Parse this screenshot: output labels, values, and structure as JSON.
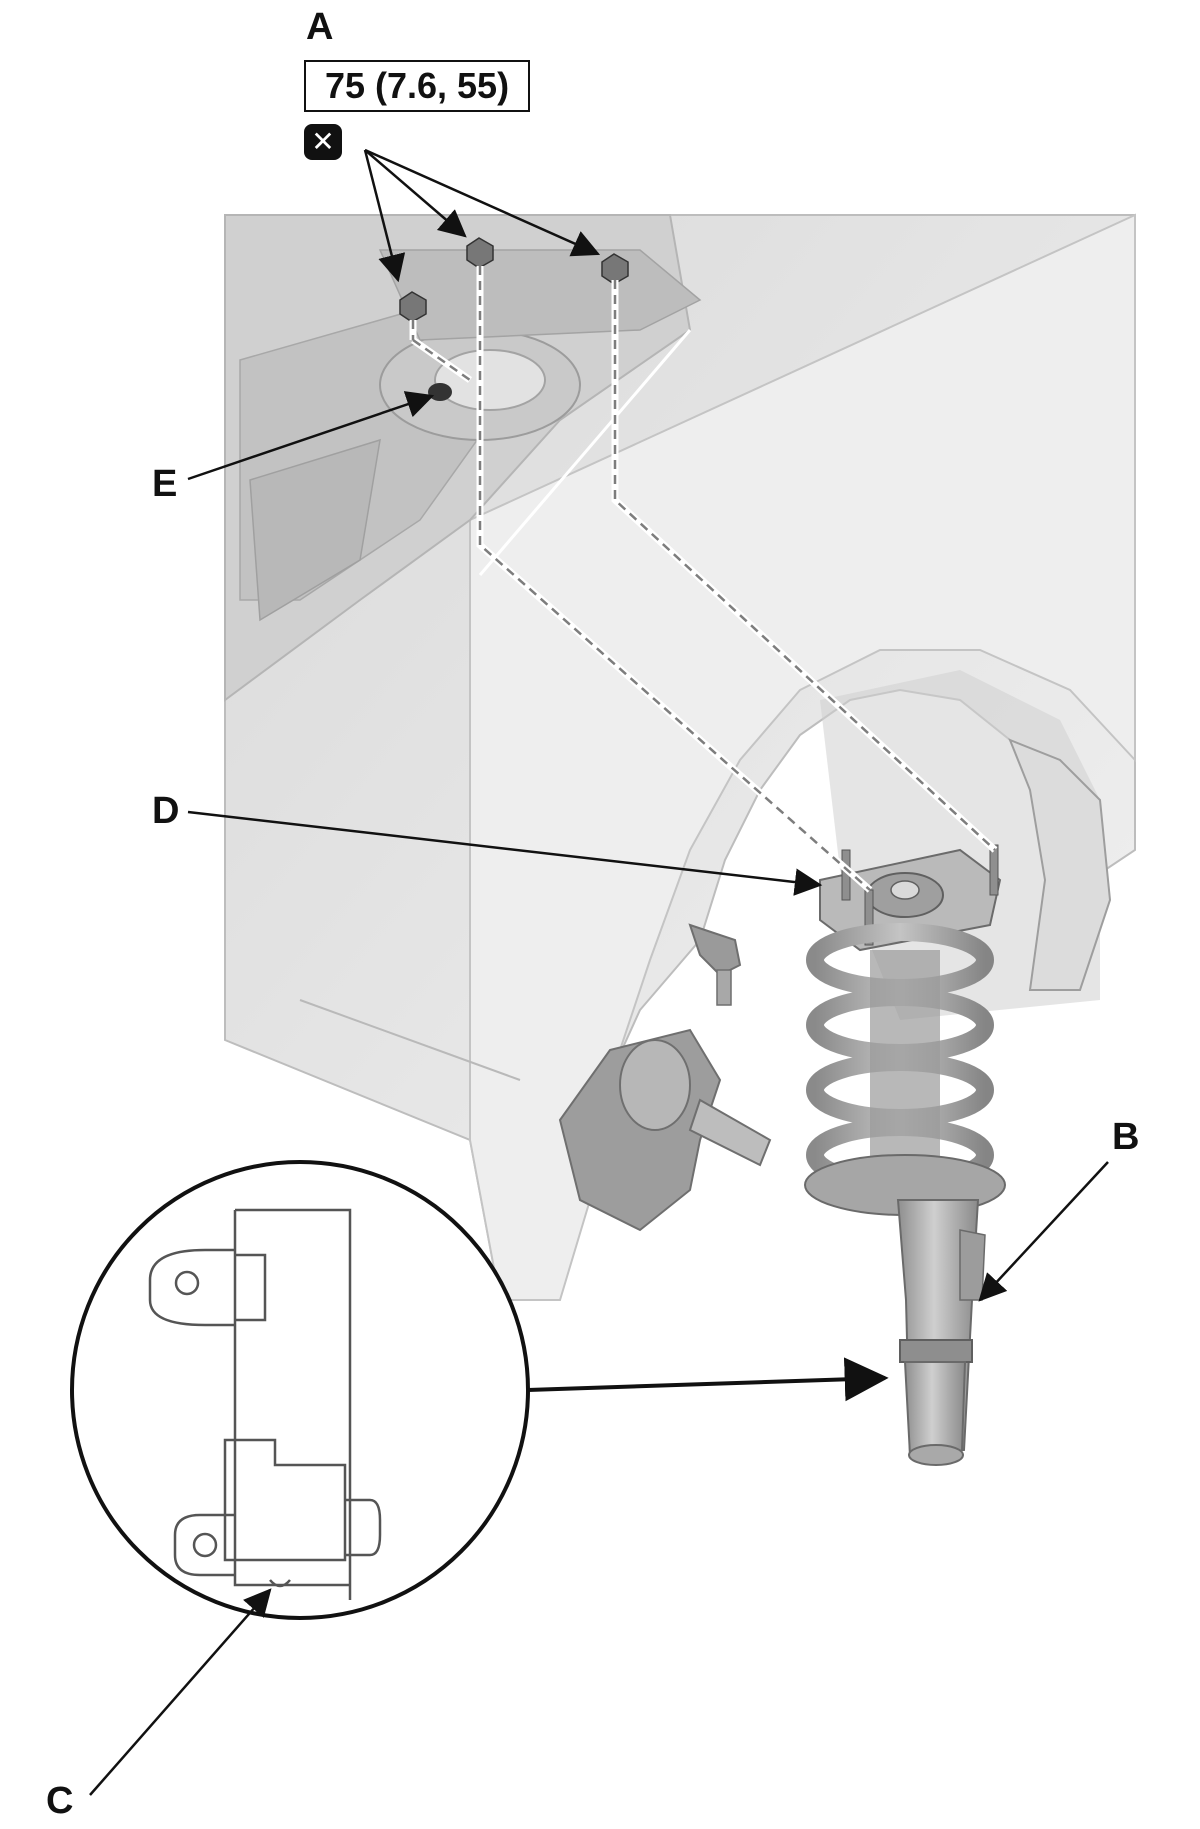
{
  "callouts": {
    "a": "A",
    "b": "B",
    "c": "C",
    "d": "D",
    "e": "E"
  },
  "torque_spec": "75 (7.6, 55)",
  "replace_symbol": "✕",
  "icons": {
    "replace_part": "replace-part-icon"
  },
  "colors": {
    "line": "#111111",
    "body": "#e6e6e6",
    "body_shade": "#d2d2d2",
    "part": "#a9a9a9",
    "part_dark": "#8c8c8c"
  }
}
